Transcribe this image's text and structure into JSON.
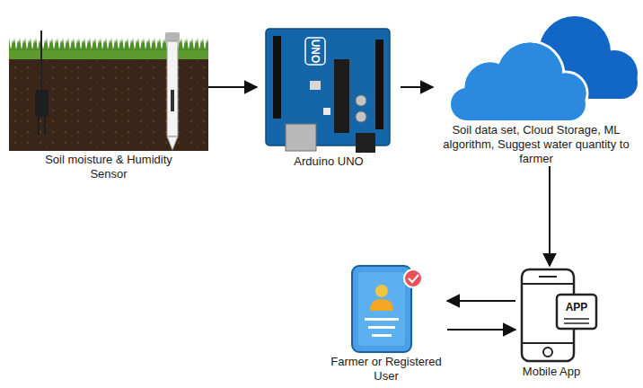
{
  "diagram": {
    "nodes": [
      {
        "text": [
          "Soil moisture & Humidity Sensor"
        ]
      },
      {
        "text": [
          "Arduino UNO"
        ]
      },
      {
        "text": [
          "Soil data set, Cloud Storage, ML algorithm, Suggest water quantity to farmer"
        ]
      },
      {
        "text": [
          "Farmer or Registered User"
        ]
      },
      {
        "text": [
          "Mobile App"
        ]
      }
    ],
    "edges": [
      {
        "from": 0,
        "to": 1,
        "arrow": "to"
      },
      {
        "from": 1,
        "to": 2,
        "arrow": "to"
      },
      {
        "from": 2,
        "to": 4,
        "arrow": "to"
      },
      {
        "from": 4,
        "to": 3,
        "arrow": "to"
      },
      {
        "from": 3,
        "to": 4,
        "arrow": "to"
      }
    ],
    "labels": [
      "UNO",
      "APP"
    ]
  }
}
